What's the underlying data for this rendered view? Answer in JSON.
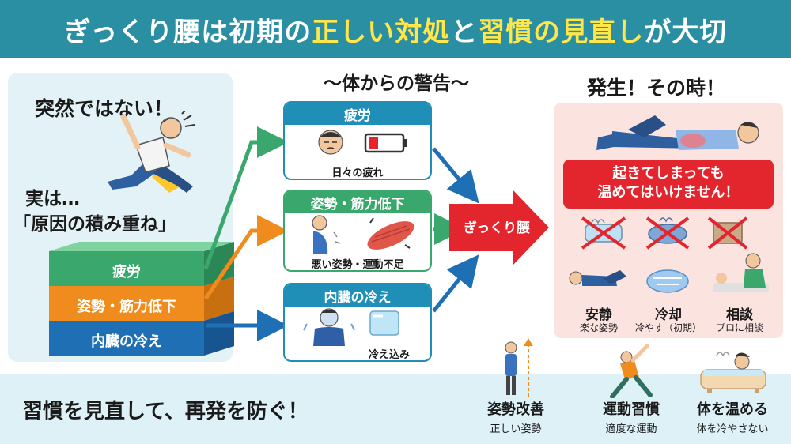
{
  "header": {
    "title_part1": "ぎっくり腰は初期の",
    "title_hl1": "正しい対処",
    "title_part2": "と",
    "title_hl2": "習慣の見直し",
    "title_part3": "が大切"
  },
  "left": {
    "heading": "突然ではない！",
    "sub1": "実は…",
    "sub2": "「原因の積み重ね」",
    "layers": [
      "疲労",
      "姿勢・筋力低下",
      "内臓の冷え"
    ]
  },
  "warnings": {
    "title": "〜体からの警告〜",
    "cards": [
      {
        "title": "疲労",
        "caption": "日々の疲れ"
      },
      {
        "title": "姿勢・筋力低下",
        "caption": "悪い姿勢・運動不足"
      },
      {
        "title": "内臓の冷え",
        "caption": "冷え込み"
      }
    ]
  },
  "center": {
    "label": "ぎっくり腰"
  },
  "occurrence": {
    "title": "発生！その時！",
    "ban_line1": "起きてしまっても",
    "ban_line2": "温めてはいけません！",
    "actions": [
      {
        "title": "安静",
        "sub": "楽な姿勢"
      },
      {
        "title": "冷却",
        "sub": "冷やす（初期）"
      },
      {
        "title": "相談",
        "sub": "プロに相談"
      }
    ]
  },
  "bottom": {
    "message": "習慣を見直して、再発を防ぐ！",
    "habits": [
      {
        "title": "姿勢改善",
        "sub": "正しい姿勢"
      },
      {
        "title": "運動習慣",
        "sub": "適度な運動"
      },
      {
        "title": "体を温める",
        "sub": "体を冷やさない"
      }
    ]
  },
  "colors": {
    "header": "#2a8fa3",
    "highlight": "#ffe64a",
    "green": "#3aa76d",
    "orange": "#f08c1e",
    "blue": "#1f6fb5",
    "red": "#e3262e"
  }
}
